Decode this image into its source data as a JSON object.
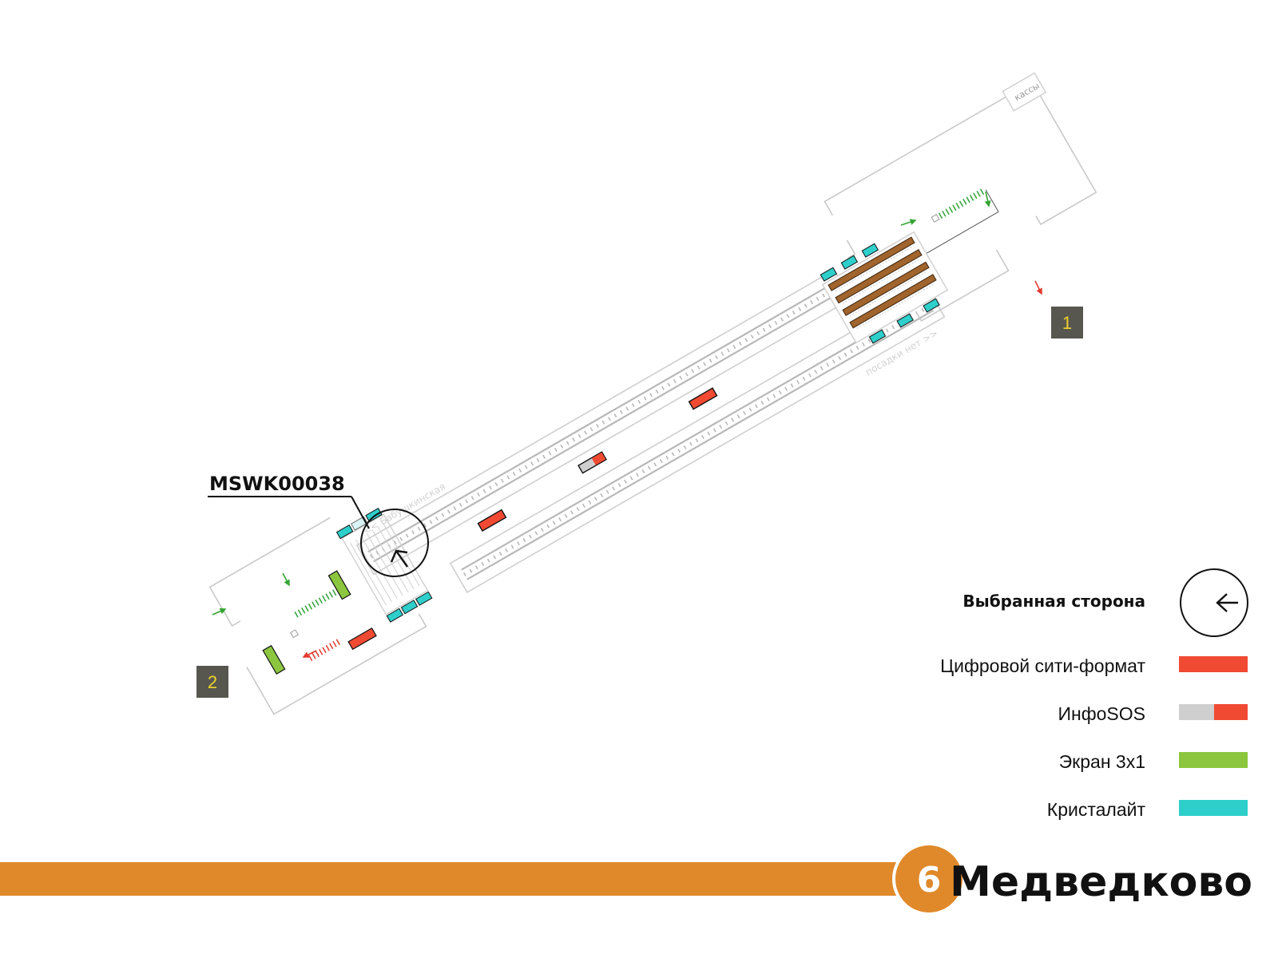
{
  "marker": {
    "code": "MSWK00038"
  },
  "entrances": [
    {
      "label": "1"
    },
    {
      "label": "2"
    }
  ],
  "tracks": {
    "upper_direction": "<< Бабушкинская",
    "lower_direction": "посадки нет >>"
  },
  "ticket_office": {
    "label": "кассы"
  },
  "legend": {
    "selected_side": "Выбранная сторона",
    "items": [
      {
        "label": "Цифровой сити-формат",
        "color": "#f04a33"
      },
      {
        "label": "ИнфоSOS",
        "color": "#f04a33",
        "secondary_color": "#cfcfcf"
      },
      {
        "label": "Экран 3х1",
        "color": "#8cc63f"
      },
      {
        "label": "Кристалайт",
        "color": "#2ecfcb"
      }
    ]
  },
  "footer": {
    "line_number": "6",
    "line_color": "#e0892a",
    "station_name": "Медведково"
  },
  "colors": {
    "digital_city_format": "#f04a33",
    "screen_3x1": "#8cc63f",
    "cristalight": "#2ecfcb",
    "entrance_box": "#57574f",
    "stairs": "#a0642c",
    "exit_arrow": "#e23b2e",
    "enter_arrow": "#33a532"
  }
}
